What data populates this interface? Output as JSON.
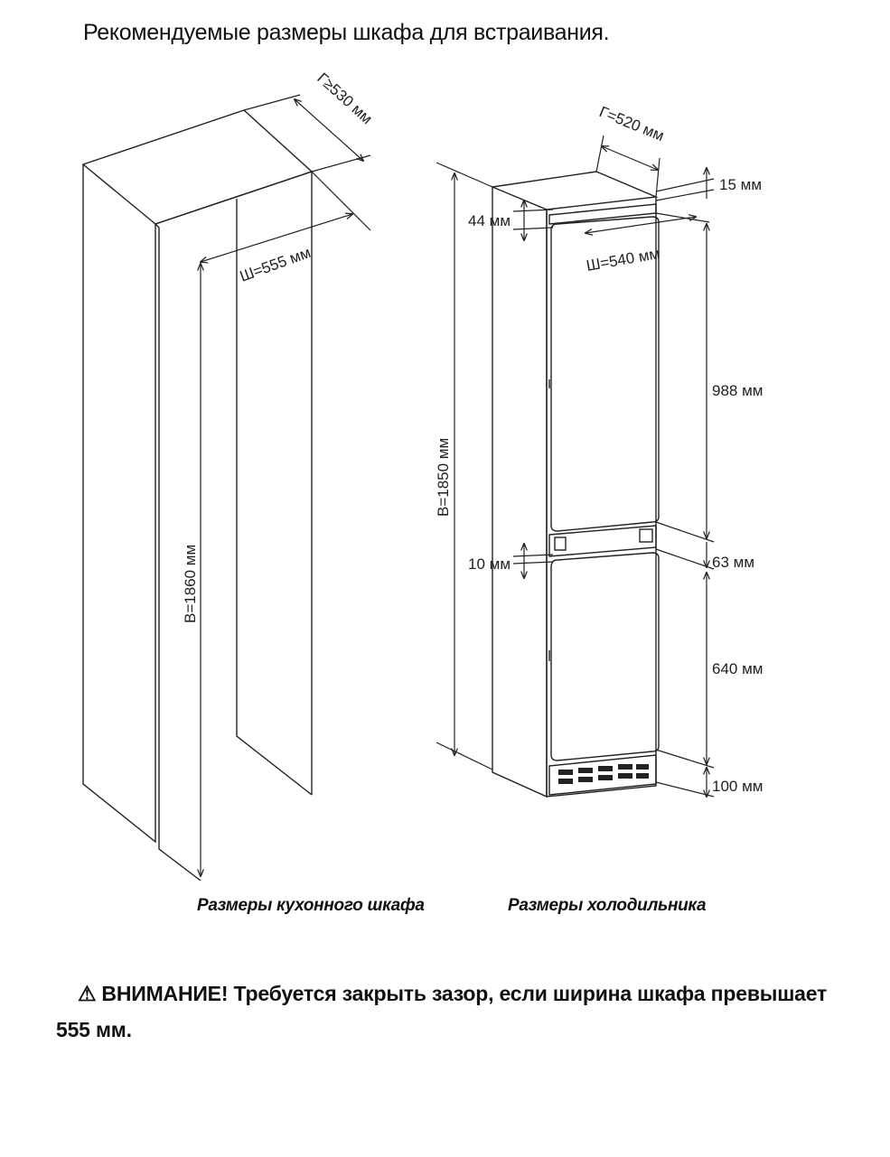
{
  "title": "Рекомендуемые размеры шкафа для встраивания.",
  "cabinet": {
    "caption": "Размеры кухонного шкафа",
    "depth_label": "Г≥530 мм",
    "width_label": "Ш=555 мм",
    "height_label": "В=1860 мм"
  },
  "fridge": {
    "caption": "Размеры холодильника",
    "depth_label": "Г=520 мм",
    "width_label": "Ш=540 мм",
    "height_label": "В=1850 мм",
    "top_gap_label": "15 мм",
    "top_door_offset_label": "44 мм",
    "upper_door_label": "988 мм",
    "middle_gap_label": "10 мм",
    "middle_panel_label": "63 мм",
    "lower_door_label": "640 мм",
    "bottom_label": "100 мм"
  },
  "warning": {
    "icon": "warning-triangle-icon",
    "symbol": "⚠",
    "heading": "ВНИМАНИЕ!",
    "text": "Требуется закрыть зазор, если ширина шкафа превышает 555 мм."
  }
}
